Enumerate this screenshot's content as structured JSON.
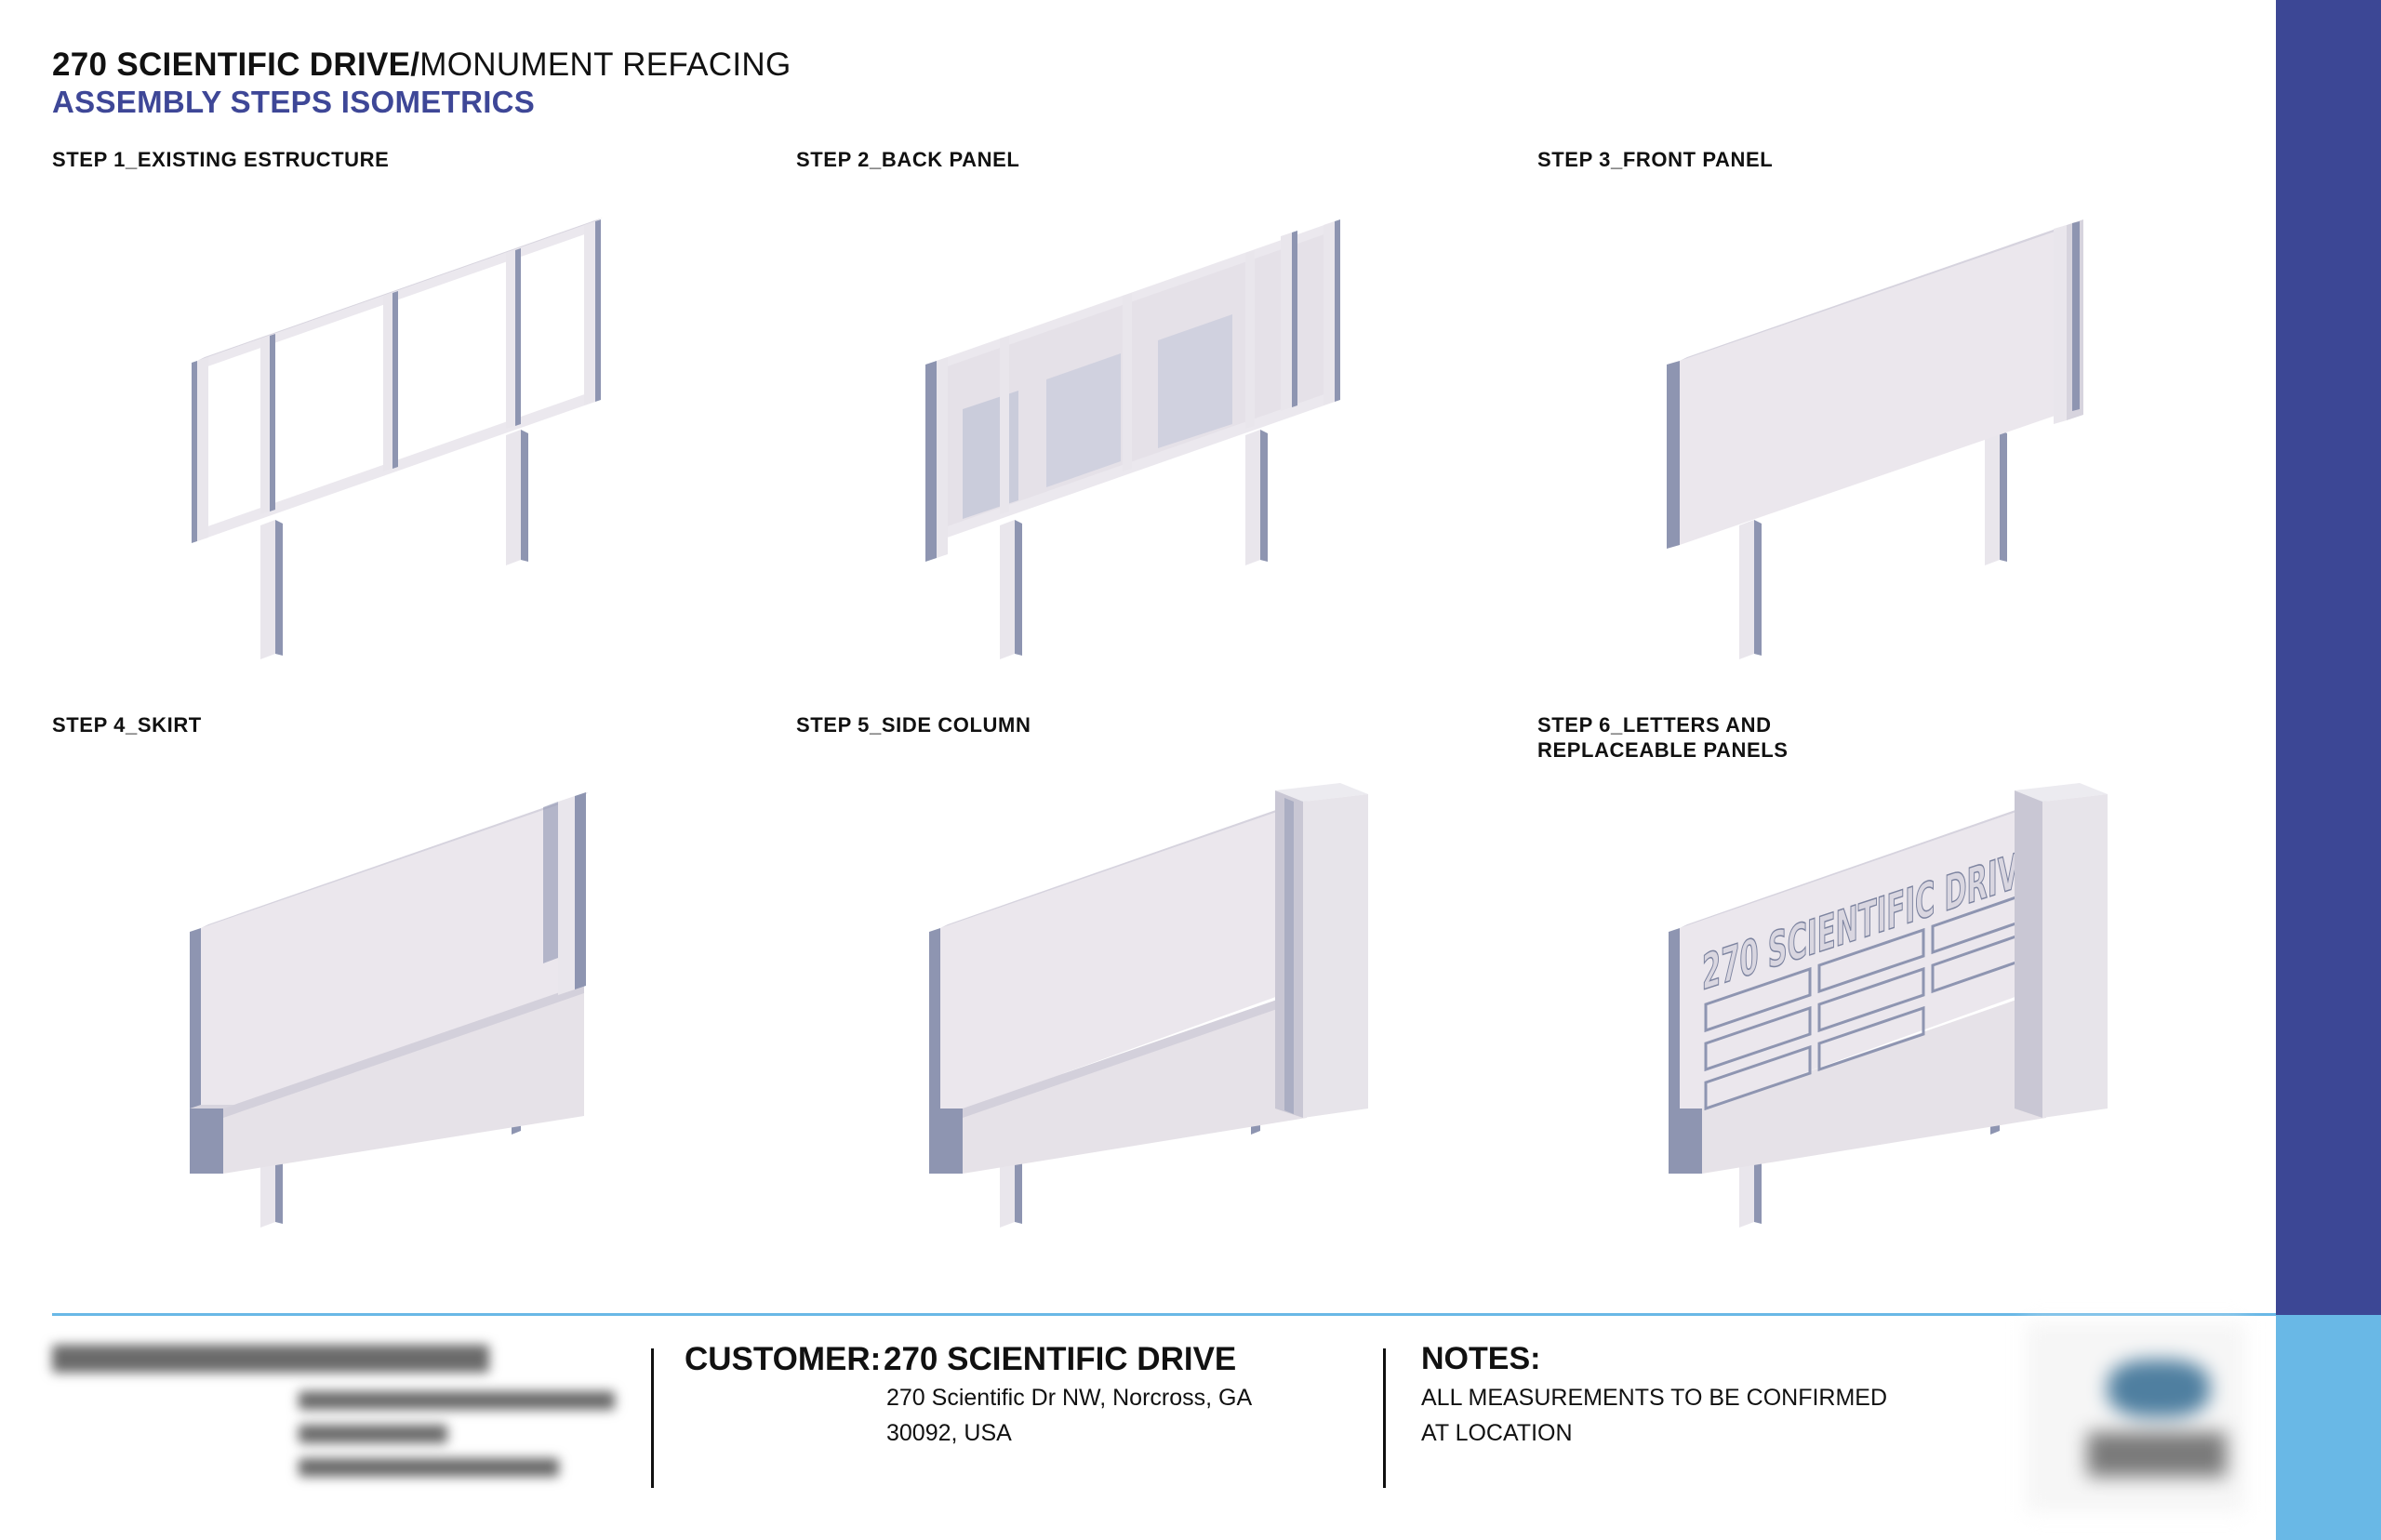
{
  "header": {
    "title_bold": "270 SCIENTIFIC DRIVE/",
    "title_light": "MONUMENT REFACING",
    "subtitle": "ASSEMBLY STEPS ISOMETRICS"
  },
  "steps": [
    {
      "label": "STEP 1_EXISTING ESTRUCTURE"
    },
    {
      "label": "STEP 2_BACK PANEL"
    },
    {
      "label": "STEP 3_FRONT PANEL"
    },
    {
      "label": "STEP 4_SKIRT"
    },
    {
      "label": "STEP 5_SIDE COLUMN"
    },
    {
      "label": "STEP 6_LETTERS AND",
      "label_line2": "REPLACEABLE PANELS",
      "sign_text": "270 SCIENTIFIC DRIVE"
    }
  ],
  "footer": {
    "customer_label": "CUSTOMER:",
    "customer_name": "270 SCIENTIFIC DRIVE",
    "customer_address_line1": "270 Scientific Dr NW, Norcross, GA",
    "customer_address_line2": "30092, USA",
    "notes_title": "NOTES:",
    "notes_line1": "ALL MEASUREMENTS TO BE CONFIRMED",
    "notes_line2": "AT LOCATION"
  },
  "colors": {
    "sidebar_dark": "#3c4795",
    "sidebar_light": "#69b8e6",
    "subtitle": "#3e4797",
    "model_light": "#eae6ec",
    "model_shade": "#8f96b2"
  }
}
